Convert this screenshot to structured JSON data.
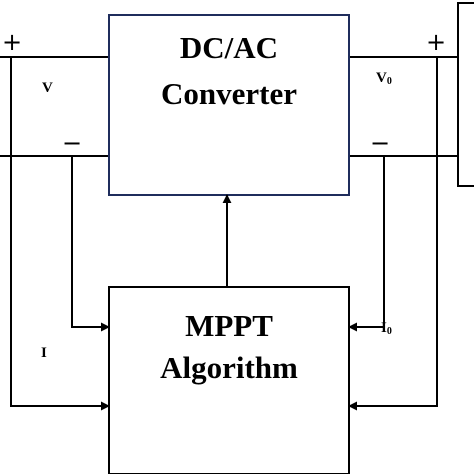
{
  "converter_block": {
    "line1": "DC/AC",
    "line2": "Converter",
    "border_color": "#1f2d5c"
  },
  "mppt_block": {
    "line1": "MPPT",
    "line2": "Algorithm",
    "border_color": "#000000"
  },
  "input_side": {
    "plus": "+",
    "minus": "−",
    "voltage": "V",
    "current": "I"
  },
  "output_side": {
    "plus": "+",
    "minus": "−",
    "voltage": "V",
    "voltage_sub": "0",
    "current": "I",
    "current_sub": "0"
  }
}
